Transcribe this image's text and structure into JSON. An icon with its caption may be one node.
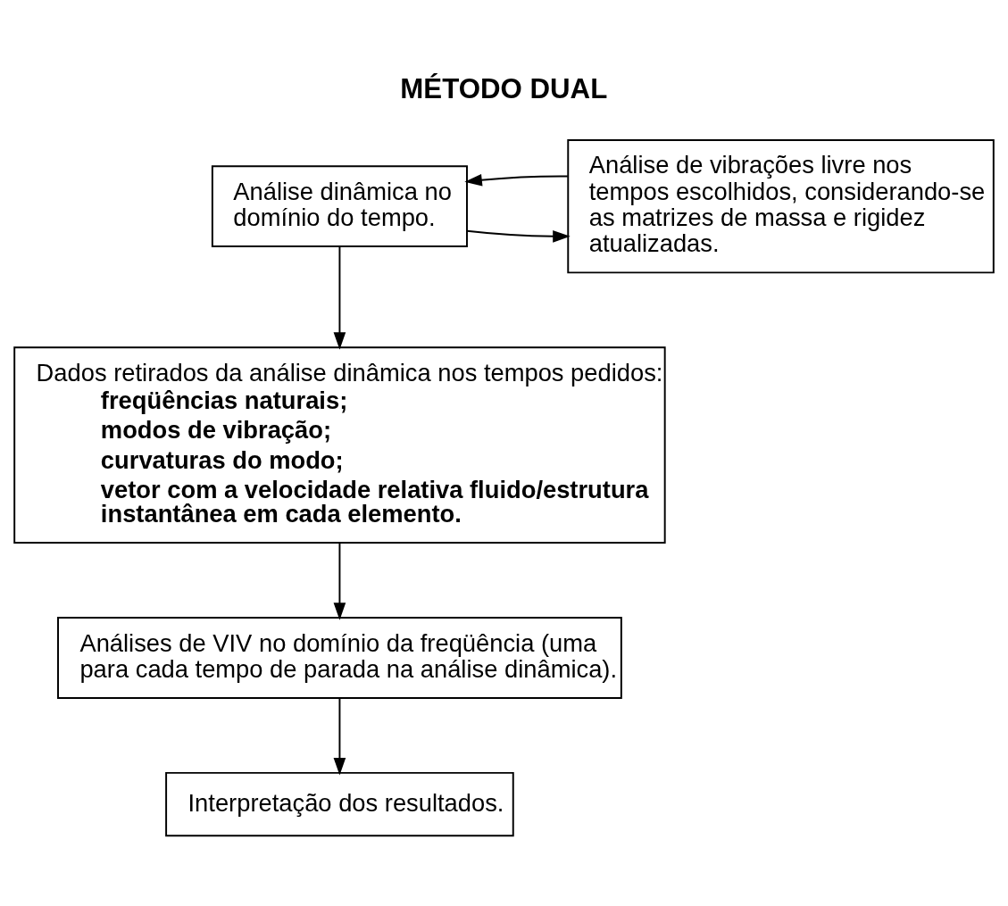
{
  "diagram": {
    "title": "MÉTODO DUAL",
    "nodes": [
      {
        "text": [
          "Análise dinâmica no domínio do tempo."
        ]
      },
      {
        "text": [
          "Análise de vibrações livre nos tempos escolhidos, considerando-se as matrizes de massa e rigidez atualizadas."
        ]
      },
      {
        "text": [
          "Dados retirados da análise dinâmica nos tempos pedidos:",
          "freqüências naturais;",
          "modos de vibração;",
          "curvaturas do modo;",
          "vetor com a velocidade relativa fluido/estrutura instantânea em cada elemento."
        ]
      },
      {
        "text": [
          "Análises de VIV no domínio da freqüência (uma para cada tempo de parada na análise dinâmica)."
        ]
      },
      {
        "text": [
          "Interpretação dos resultados."
        ]
      }
    ],
    "edges": [
      {
        "from": 0,
        "to": 1,
        "arrow": "to"
      },
      {
        "from": 1,
        "to": 0,
        "arrow": "to"
      },
      {
        "from": 0,
        "to": 2,
        "arrow": "to"
      },
      {
        "from": 2,
        "to": 3,
        "arrow": "to"
      },
      {
        "from": 3,
        "to": 4,
        "arrow": "to"
      }
    ]
  }
}
